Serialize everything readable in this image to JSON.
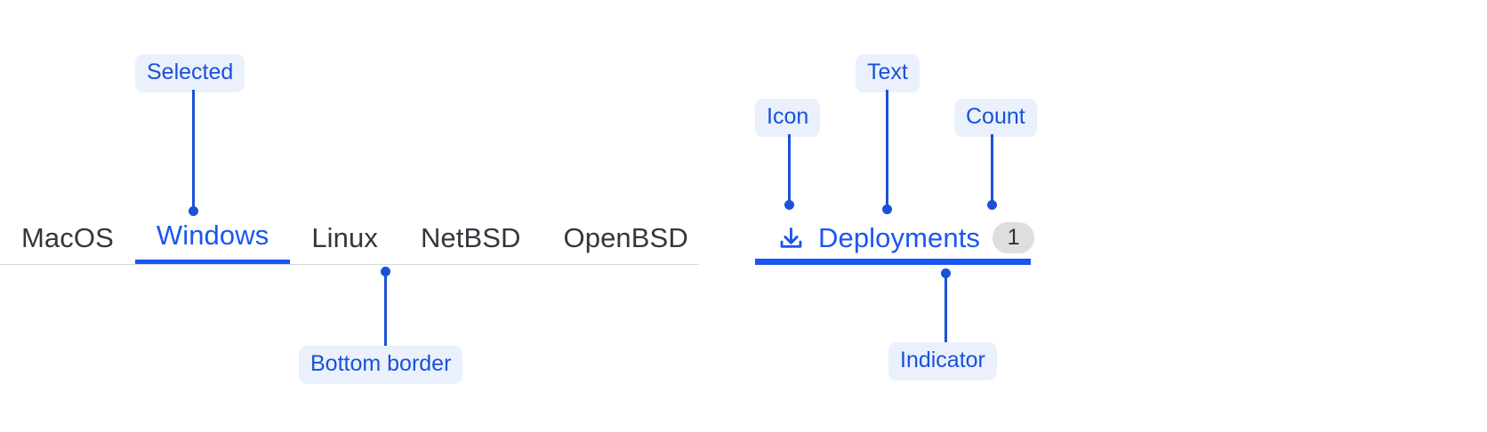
{
  "theme": {
    "accent_blue": "#1a56f0",
    "annotation_blue": "#1a51d8",
    "annotation_bg": "#eaf1fd",
    "tab_text": "#33373d",
    "rule": "#d4d6da",
    "count_bg": "#dededf"
  },
  "plain_tabbar": {
    "tabs": [
      {
        "label": "MacOS",
        "selected": false
      },
      {
        "label": "Windows",
        "selected": true
      },
      {
        "label": "Linux",
        "selected": false
      },
      {
        "label": "NetBSD",
        "selected": false
      },
      {
        "label": "OpenBSD",
        "selected": false
      }
    ]
  },
  "rich_tabbar": {
    "tab": {
      "icon": "download-icon",
      "label": "Deployments",
      "count": "1",
      "selected": true
    }
  },
  "annotations": {
    "selected": "Selected",
    "bottom_border": "Bottom border",
    "icon": "Icon",
    "text": "Text",
    "count": "Count",
    "indicator": "Indicator"
  }
}
